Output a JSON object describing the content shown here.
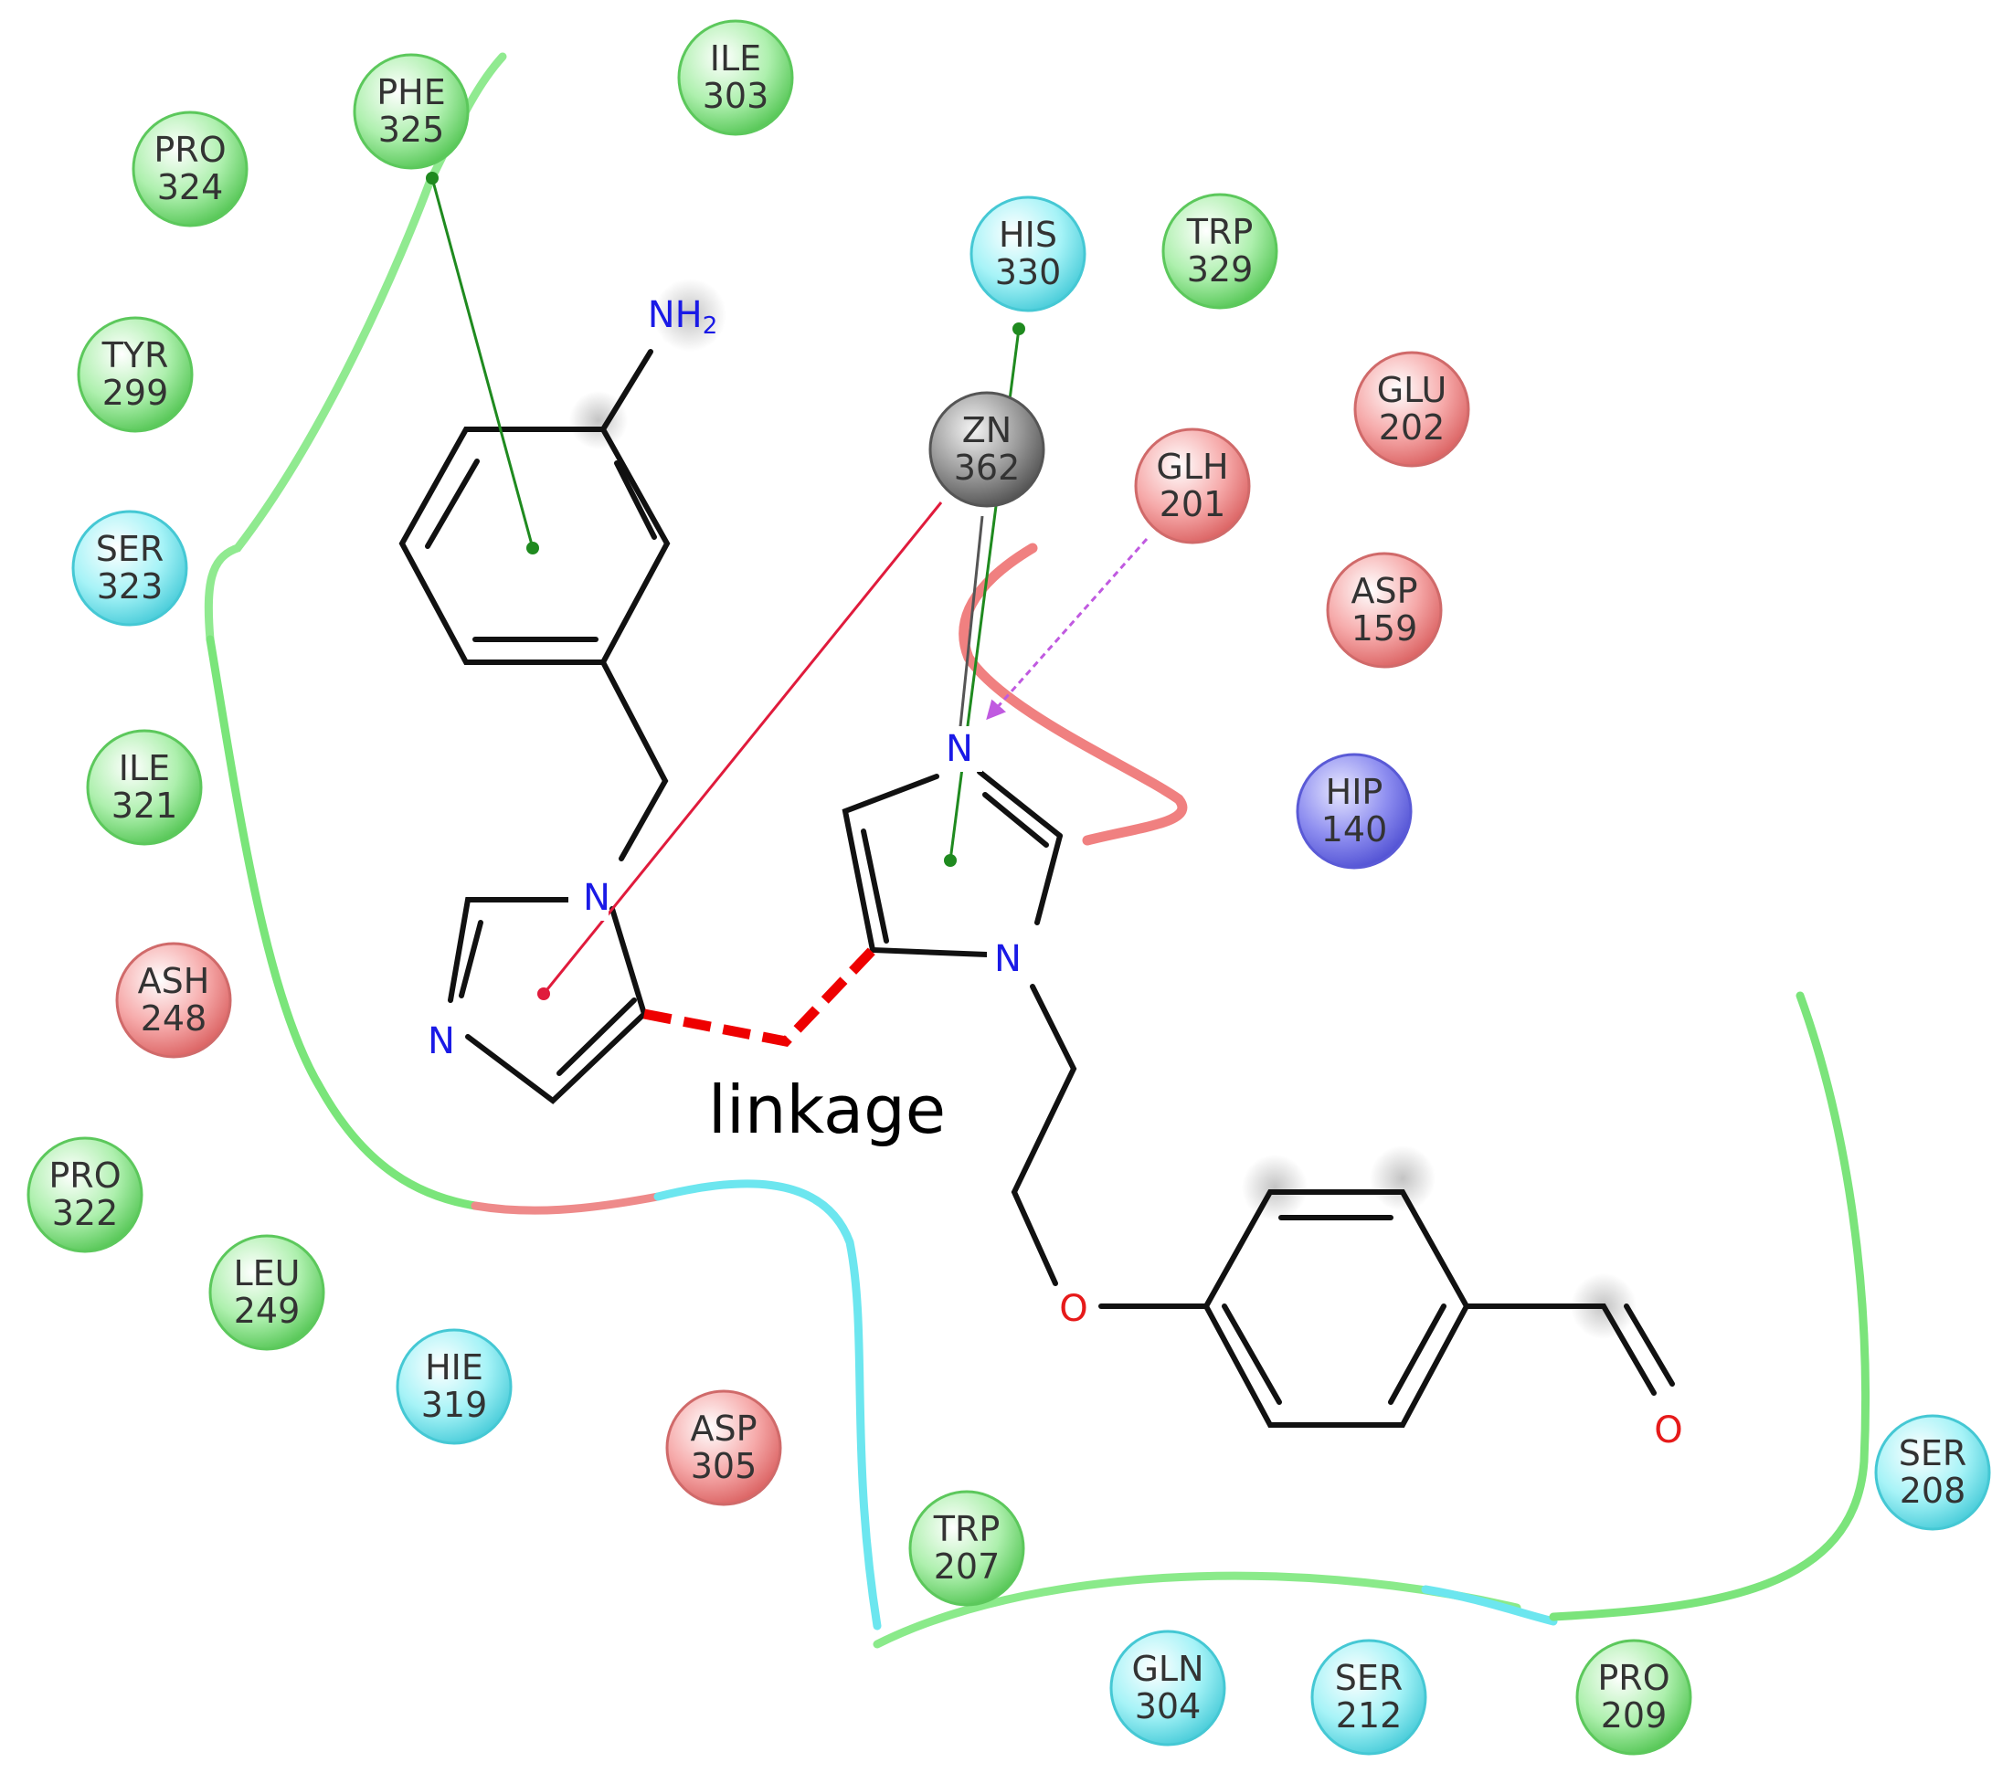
{
  "colors": {
    "hydrophobic": "#8ee08e",
    "polar": "#7fe7f0",
    "negative": "#f08a8a",
    "positive": "#7b7be8",
    "metal": "#8a8a8a",
    "nitrogen": "#1a1ae6",
    "oxygen": "#e61a1a",
    "linkage": "#ee0000",
    "pi_stack": "#1f8a1f",
    "metal_coord": "#e01b3c",
    "hbond": "#c05ae0"
  },
  "residues": [
    {
      "id": "phe325",
      "name": "PHE",
      "num": "325",
      "kind": "hydrophobic"
    },
    {
      "id": "ile303",
      "name": "ILE",
      "num": "303",
      "kind": "hydrophobic"
    },
    {
      "id": "pro324",
      "name": "PRO",
      "num": "324",
      "kind": "hydrophobic"
    },
    {
      "id": "his330",
      "name": "HIS",
      "num": "330",
      "kind": "polar"
    },
    {
      "id": "trp329",
      "name": "TRP",
      "num": "329",
      "kind": "hydrophobic"
    },
    {
      "id": "tyr299",
      "name": "TYR",
      "num": "299",
      "kind": "hydrophobic"
    },
    {
      "id": "glu202",
      "name": "GLU",
      "num": "202",
      "kind": "negative"
    },
    {
      "id": "zn362",
      "name": "ZN",
      "num": "362",
      "kind": "metal"
    },
    {
      "id": "glh201",
      "name": "GLH",
      "num": "201",
      "kind": "negative"
    },
    {
      "id": "ser323",
      "name": "SER",
      "num": "323",
      "kind": "polar"
    },
    {
      "id": "asp159",
      "name": "ASP",
      "num": "159",
      "kind": "negative"
    },
    {
      "id": "ile321",
      "name": "ILE",
      "num": "321",
      "kind": "hydrophobic"
    },
    {
      "id": "hip140",
      "name": "HIP",
      "num": "140",
      "kind": "positive"
    },
    {
      "id": "ash248",
      "name": "ASH",
      "num": "248",
      "kind": "negative"
    },
    {
      "id": "pro322",
      "name": "PRO",
      "num": "322",
      "kind": "hydrophobic"
    },
    {
      "id": "leu249",
      "name": "LEU",
      "num": "249",
      "kind": "hydrophobic"
    },
    {
      "id": "hie319",
      "name": "HIE",
      "num": "319",
      "kind": "polar"
    },
    {
      "id": "asp305",
      "name": "ASP",
      "num": "305",
      "kind": "negative"
    },
    {
      "id": "trp207",
      "name": "TRP",
      "num": "207",
      "kind": "hydrophobic"
    },
    {
      "id": "ser208",
      "name": "SER",
      "num": "208",
      "kind": "polar"
    },
    {
      "id": "gln304",
      "name": "GLN",
      "num": "304",
      "kind": "polar"
    },
    {
      "id": "ser212",
      "name": "SER",
      "num": "212",
      "kind": "polar"
    },
    {
      "id": "pro209",
      "name": "PRO",
      "num": "209",
      "kind": "hydrophobic"
    }
  ],
  "atoms": {
    "nh2": "NH",
    "nh2_sub": "2",
    "n": "N",
    "o": "O"
  },
  "caption": "linkage"
}
